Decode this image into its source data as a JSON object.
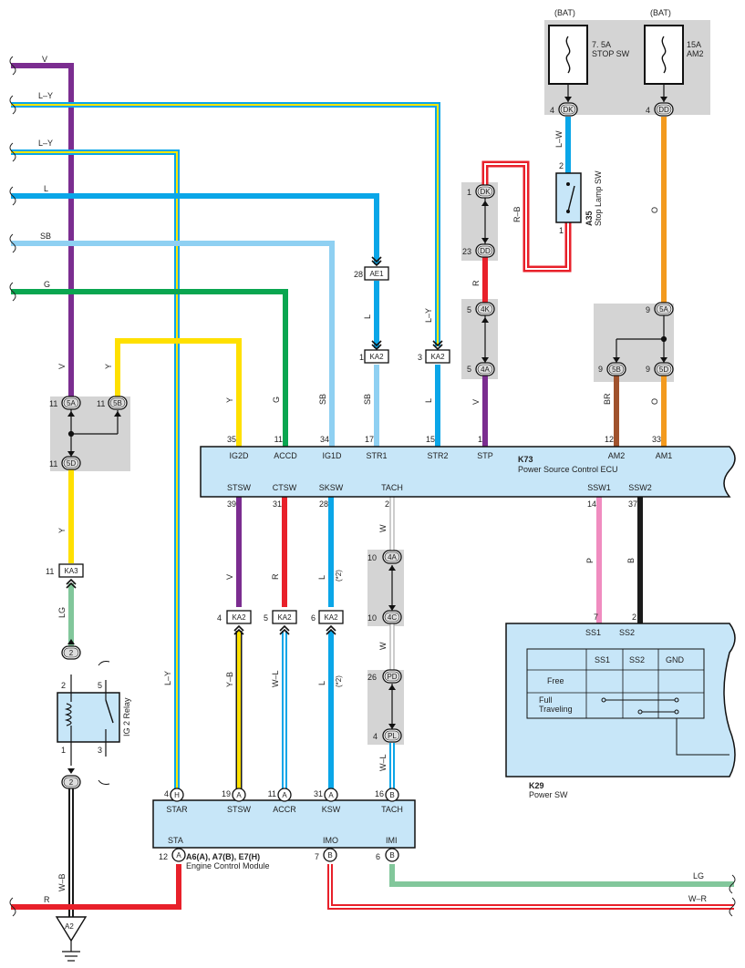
{
  "power": {
    "bat1": "(BAT)",
    "bat2": "(BAT)",
    "fuse1_rating": "7. 5A",
    "fuse1_name": "STOP SW",
    "fuse2_rating": "15A",
    "fuse2_name": "AM2"
  },
  "wire_colors": {
    "V": "#7b2d90",
    "LY_light": "#bfe7f7",
    "LY_yellow": "#ffe600",
    "L": "#0aa6e8",
    "SB": "#8fd0f2",
    "G": "#0aa650",
    "Y": "#ffe000",
    "LG": "#82c79b",
    "R": "#e8202a",
    "O": "#f39a1e",
    "BR": "#a0522d",
    "P": "#f08cc0",
    "B": "#1a1a1a",
    "W": "#ffffff",
    "panel_gray": "#d4d4d4",
    "ecu_fill": "#c7e6f8"
  },
  "left_wires": [
    {
      "label": "V"
    },
    {
      "label": "L–Y"
    },
    {
      "label": "L–Y"
    },
    {
      "label": "L"
    },
    {
      "label": "SB"
    },
    {
      "label": "G"
    }
  ],
  "wire_labels": {
    "v_vert": "V",
    "y_left": "Y",
    "y_after_ka3": "Y",
    "lg": "LG",
    "wb": "W–B",
    "r_bottom": "R",
    "ly_long": "L–Y",
    "y_ig2d": "Y",
    "g_accd": "G",
    "sb_ig1d": "SB",
    "l_ka2": "L",
    "sb_str1": "SB",
    "ly_str2": "L–Y",
    "l_str2": "L",
    "lw_top": "L–W",
    "rb": "R–B",
    "r_stp": "R",
    "v_stp": "V",
    "o_top": "O",
    "o_am1": "O",
    "br": "BR",
    "v_stsw": "V",
    "r_ctsw": "R",
    "l_sksw": "L",
    "l_sksw_note": "(*2)",
    "w_tach1": "W",
    "w_tach2": "W",
    "yb": "Y–B",
    "wl_accr": "W–L",
    "l_ksw": "L",
    "l_ksw_note": "(*2)",
    "wl_tach": "W–L",
    "p_ssw1": "P",
    "b_ssw2": "B",
    "lg_imi": "LG",
    "wr_imo": "W–R"
  },
  "pins": {
    "p4_dk": "4",
    "p4_dd": "4",
    "p2_sls": "2",
    "p1_sls": "1",
    "p1_dk": "1",
    "p23_dd": "23",
    "p5_4k": "5",
    "p5_4a": "5",
    "p9_5a": "9",
    "p9_5b": "9",
    "p9_5d": "9",
    "p11_5a": "11",
    "p11_5b": "11",
    "p11_5d": "11",
    "p28_ae1": "28",
    "p1_ka2": "1",
    "p3_ka2": "3",
    "p11_ka3": "11",
    "k73_top": [
      "35",
      "11",
      "34",
      "17",
      "15",
      "1",
      "12",
      "33"
    ],
    "k73_bot": [
      "39",
      "31",
      "28",
      "2",
      "14",
      "37"
    ],
    "p4_ka2": "4",
    "p5_ka2": "5",
    "p6_ka2": "6",
    "p10_4a": "10",
    "p10_4c": "10",
    "p26_pd": "26",
    "p4_pl": "4",
    "p2_relay": "2",
    "p5_relay": "5",
    "p1_relay": "1",
    "p3_relay": "3",
    "k29_p7": "7",
    "k29_p2": "2",
    "ecm_top": [
      "4",
      "19",
      "11",
      "31",
      "16"
    ],
    "ecm_p12": "12",
    "ecm_p7": "7",
    "ecm_p6": "6"
  },
  "connectors": {
    "DK": "DK",
    "DD": "DD",
    "DK2": "DK",
    "DD2": "DD",
    "c4K": "4K",
    "c4A": "4A",
    "c5A_r": "5A",
    "c5B_r": "5B",
    "c5D_r": "5D",
    "c5A_l": "5A",
    "c5B_l": "5B",
    "c5D_l": "5D",
    "AE1": "AE1",
    "KA2_a": "KA2",
    "KA2_b": "KA2",
    "KA3": "KA3",
    "KA2_c": "KA2",
    "KA2_d": "KA2",
    "KA2_e": "KA2",
    "c4A_b": "4A",
    "c4C": "4C",
    "PD": "PD",
    "PL": "PL",
    "relay_top": "2",
    "relay_bot": "2",
    "ecm": [
      "H",
      "A",
      "A",
      "A",
      "B"
    ],
    "ecm_sta": "A",
    "ecm_imo": "B",
    "ecm_imi": "B",
    "ground": "A2"
  },
  "stop_lamp": {
    "id": "A35",
    "name": "Stop Lamp SW"
  },
  "k73": {
    "id": "K73",
    "name": "Power Source Control ECU",
    "top_terms": [
      "IG2D",
      "ACCD",
      "IG1D",
      "STR1",
      "STR2",
      "STP",
      "AM2",
      "AM1"
    ],
    "bot_terms": [
      "STSW",
      "CTSW",
      "SKSW",
      "TACH",
      "SSW1",
      "SSW2"
    ]
  },
  "k29": {
    "id": "K29",
    "name": "Power SW",
    "term_ss1": "SS1",
    "term_ss2": "SS2",
    "headers": [
      "SS1",
      "SS2",
      "GND"
    ],
    "row_free": "Free",
    "row_full_1": "Full",
    "row_full_2": "Traveling"
  },
  "relay": {
    "name": "IG 2 Relay"
  },
  "ecm": {
    "ids": "A6(A), A7(B), E7(H)",
    "name": "Engine Control Module",
    "top_terms": [
      "STAR",
      "STSW",
      "ACCR",
      "KSW",
      "TACH"
    ],
    "bot_terms": [
      "STA",
      "IMO",
      "IMI"
    ]
  }
}
